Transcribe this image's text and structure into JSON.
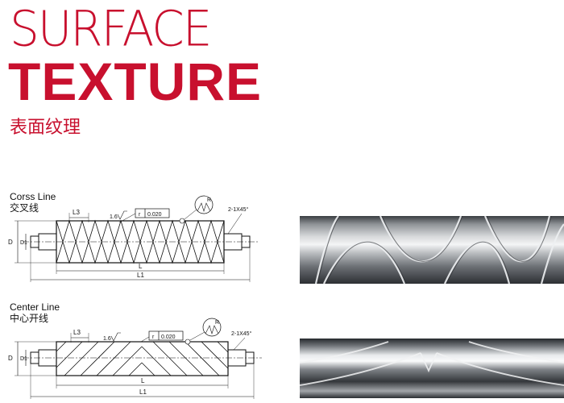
{
  "header": {
    "line1": "SURFACE",
    "line2": "TEXTURE",
    "line3": "表面纹理"
  },
  "sections": [
    {
      "name_en": "Corss Line",
      "name_cn": "交叉线",
      "dims": {
        "d": "D",
        "d1": "D1",
        "l3": "L3",
        "l": "L",
        "l1": "L1",
        "roughness": "1.6",
        "runout": "0.020",
        "runout_symbol": "r",
        "radius": "R",
        "chamfer": "2-1X45°"
      }
    },
    {
      "name_en": "Center Line",
      "name_cn": "中心开线",
      "dims": {
        "d": "D",
        "d1": "D1",
        "l3": "L3",
        "l": "L",
        "l1": "L1",
        "roughness": "1.6",
        "runout": "0.020",
        "runout_symbol": "r",
        "radius": "R",
        "chamfer": "2-1X45°"
      }
    }
  ]
}
